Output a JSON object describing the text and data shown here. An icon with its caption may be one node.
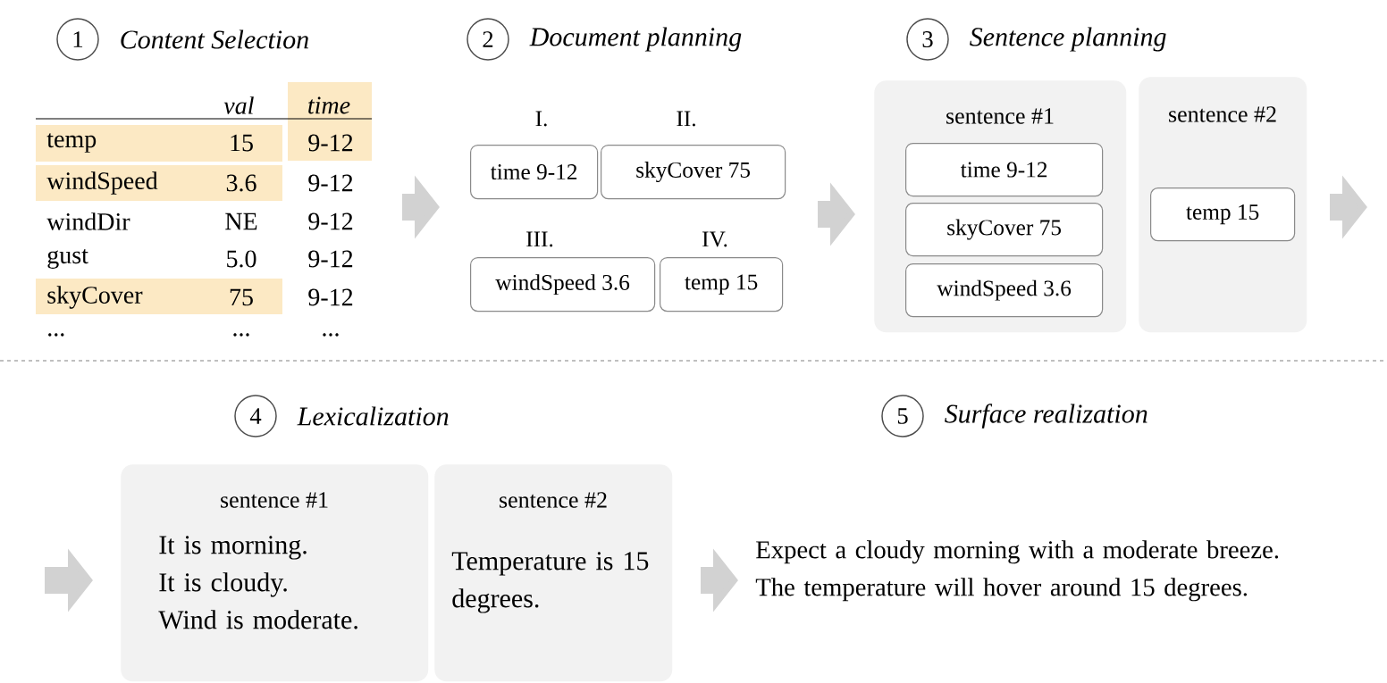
{
  "diagram": {
    "nodes": [
      {
        "text": [
          "1"
        ],
        "beside": [
          "Content Selection"
        ]
      },
      {
        "text": [
          "2"
        ],
        "beside": [
          "Document planning"
        ]
      },
      {
        "text": [
          "time 9-12"
        ],
        "beside": [
          "I."
        ]
      },
      {
        "text": [
          "skyCover 75"
        ],
        "beside": [
          "II."
        ]
      },
      {
        "text": [
          "windSpeed 3.6"
        ],
        "beside": [
          "III."
        ]
      },
      {
        "text": [
          "temp 15"
        ],
        "beside": [
          "IV."
        ]
      },
      {
        "text": [
          "3"
        ],
        "beside": [
          "Sentence planning"
        ]
      },
      {
        "text": [
          "sentence #1"
        ]
      },
      {
        "text": [
          "time 9-12"
        ],
        "in": 7
      },
      {
        "text": [
          "skyCover 75"
        ],
        "in": 7
      },
      {
        "text": [
          "windSpeed 3.6"
        ],
        "in": 7
      },
      {
        "text": [
          "sentence #2"
        ]
      },
      {
        "text": [
          "temp 15"
        ],
        "in": 11
      },
      {
        "text": [
          "4"
        ],
        "beside": [
          "Lexicalization"
        ]
      },
      {
        "text": [
          "5"
        ],
        "beside": [
          "Surface realization"
        ]
      },
      {
        "text": [
          "sentence #1",
          "It is morning.",
          "It is cloudy.",
          "Wind is moderate."
        ]
      },
      {
        "text": [
          "sentence #2",
          "Temperature is 15 degrees."
        ]
      },
      {
        "text": [
          "Expect a cloudy morning with a moderate breeze.",
          "The temperature will hover around 15 degrees."
        ]
      }
    ],
    "labels": [
      "val",
      "time",
      "temp",
      "15",
      "9-12",
      "windSpeed",
      "3.6",
      "9-12",
      "windDir",
      "NE",
      "9-12",
      "gust",
      "5.0",
      "9-12",
      "skyCover",
      "75",
      "9-12",
      "...",
      "...",
      "..."
    ]
  }
}
